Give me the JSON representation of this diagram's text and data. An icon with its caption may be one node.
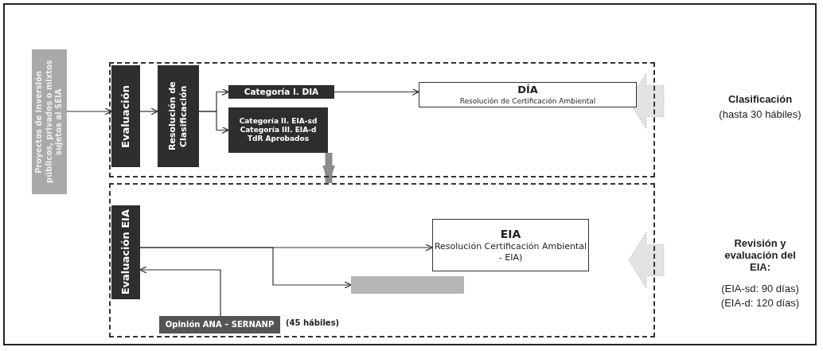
{
  "diagram": {
    "nodes": [
      {
        "text": [
          "Proyectos de inversión públicos, privados o mixtos sujetos al SEIA"
        ]
      },
      {
        "text": [],
        "shape": "box"
      },
      {
        "text": [
          "Evaluación"
        ],
        "in": 1
      },
      {
        "text": [
          "Resolución de Clasificación"
        ],
        "in": 1
      },
      {
        "text": [
          "Categoría I. DIA"
        ],
        "in": 1
      },
      {
        "text": [
          "Categoría II. EIA-sd Categoría III. EIA-d TdR Aprobados"
        ],
        "in": 1
      },
      {
        "text": [
          "DÍA",
          "Resolución de Certificación Ambiental"
        ],
        "in": 1
      },
      {
        "text": [],
        "shape": "box"
      },
      {
        "text": [
          "Evaluación EIA"
        ],
        "in": 7
      },
      {
        "text": [
          "EIA",
          "Resolución Certificación Ambiental - EIA)"
        ],
        "in": 7
      },
      {
        "text": [],
        "shape": "box",
        "in": 7
      },
      {
        "text": [
          "Opinión ANA – SERNANP"
        ],
        "beside": [
          "(45 hábiles)"
        ],
        "in": 7
      }
    ],
    "edges": [
      {
        "from": 0,
        "to": 2,
        "arrow": "to"
      },
      {
        "from": 2,
        "to": 3,
        "arrow": "to"
      },
      {
        "from": 3,
        "to": 4,
        "arrow": "to"
      },
      {
        "from": 3,
        "to": 5,
        "arrow": "to"
      },
      {
        "from": 4,
        "to": 6,
        "arrow": "to"
      },
      {
        "from": 5,
        "to": 7,
        "arrow": "to",
        "style": "thick",
        "color": "#8c8c8c"
      },
      {
        "from": 8,
        "to": 9,
        "arrow": "to"
      },
      {
        "from": 8,
        "to": 10,
        "arrow": "to"
      },
      {
        "from": 11,
        "to": 8,
        "arrow": "to"
      }
    ],
    "labels": [
      "Clasificación",
      "(hasta 30 hábiles)",
      "Revisión y evaluación del EIA:",
      "(EIA-sd: 90 días)",
      "(EIA-d: 120 días)"
    ]
  }
}
